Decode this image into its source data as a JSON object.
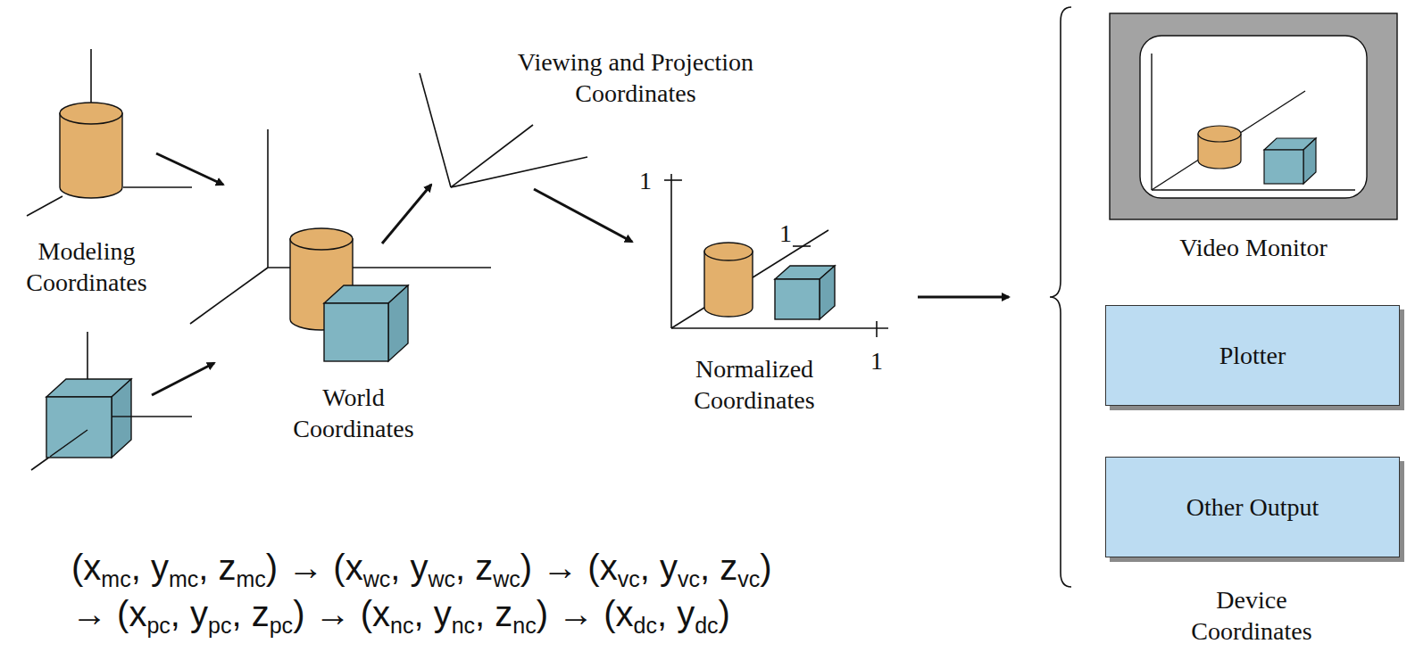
{
  "diagram": {
    "nodes": [
      {
        "text": [
          "Video Monitor"
        ]
      },
      {
        "text": [
          "Plotter"
        ]
      },
      {
        "text": [
          "Other Output"
        ]
      }
    ],
    "labels": [
      "Modeling Coordinates",
      "World Coordinates",
      "Viewing and Projection Coordinates",
      "1",
      "1",
      "1",
      "Normalized Coordinates",
      "Device Coordinates",
      "(x",
      "mc",
      ", y",
      "mc",
      ", z",
      "mc",
      ") → (x",
      "wc",
      ", y",
      "wc",
      ", z",
      "wc",
      ") → (x",
      "vc",
      ", y",
      "vc",
      ", z",
      "vc",
      ")",
      "→ (x",
      "pc",
      ", y",
      "pc",
      ", z",
      "pc",
      ") → (x",
      "nc",
      ", y",
      "nc",
      ", z",
      "nc",
      ") → (x",
      "dc",
      ", y",
      "dc",
      ")"
    ]
  }
}
